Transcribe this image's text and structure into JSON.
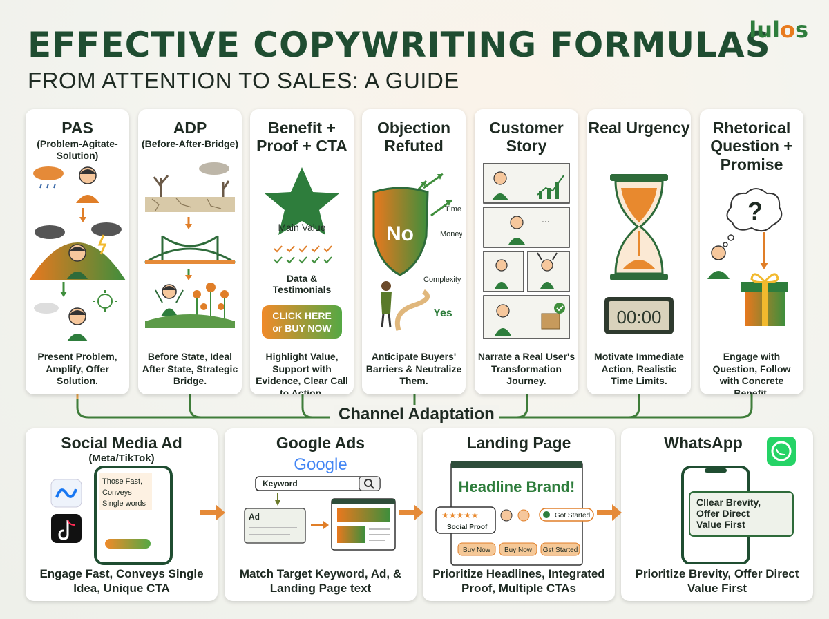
{
  "header": {
    "title": "EFFECTIVE COPYWRITING FORMULAS",
    "subtitle": "FROM ATTENTION TO SALES: A GUIDE",
    "logo_pre": "lul",
    "logo_o": "o",
    "logo_post": "s"
  },
  "formulas": [
    {
      "title": "PAS",
      "subtitle": "(Problem-Agitate-Solution)",
      "description": "Present Problem, Amplify, Offer Solution."
    },
    {
      "title": "ADP",
      "subtitle": "(Before-After-Bridge)",
      "description": "Before State, Ideal After State, Strategic Bridge."
    },
    {
      "title": "Benefit + Proof + CTA",
      "subtitle": "",
      "description": "Highlight Value, Support with Evidence, Clear Call to Action.",
      "labels": {
        "main_value": "Main Value",
        "data1": "Data &",
        "data2": "Testimonials",
        "cta1": "CLICK HERE",
        "cta2": "or BUY NOW"
      }
    },
    {
      "title": "Objection Refuted",
      "subtitle": "",
      "description": "Anticipate Buyers' Barriers & Neutralize Them.",
      "labels": {
        "shield": "No",
        "time": "Time",
        "money": "Money",
        "complexity": "Complexity",
        "yes": "Yes"
      }
    },
    {
      "title": "Customer Story",
      "subtitle": "",
      "description": "Narrate a Real User's Transformation Journey."
    },
    {
      "title": "Real Urgency",
      "subtitle": "",
      "description": "Motivate Immediate Action, Realistic Time Limits.",
      "labels": {
        "timer": "00:00"
      }
    },
    {
      "title": "Rhetorical Question + Promise",
      "subtitle": "",
      "description": "Engage with Question, Follow with Concrete Benefit.",
      "labels": {
        "question": "?"
      }
    }
  ],
  "channel_label": "Channel Adaptation",
  "channels": [
    {
      "title": "Social Media Ad",
      "subtitle": "(Meta/TikTok)",
      "description": "Engage Fast, Conveys Single Idea, Unique CTA",
      "labels": {
        "p1": "Those Fast,",
        "p2": "Conveys",
        "p3": "Single words"
      }
    },
    {
      "title": "Google Ads",
      "subtitle": "",
      "description": "Match Target Keyword, Ad, & Landing Page text",
      "labels": {
        "google": "Google",
        "keyword": "Keyword",
        "ad": "Ad"
      }
    },
    {
      "title": "Landing Page",
      "subtitle": "",
      "description": "Prioritize Headlines, Integrated Proof, Multiple CTAs",
      "labels": {
        "headline": "Headline Brand!",
        "social_proof": "Social Proof",
        "started1": "Got Started",
        "buy1": "Buy Now",
        "buy2": "Buy Now",
        "started2": "Gst Started"
      }
    },
    {
      "title": "WhatsApp",
      "subtitle": "",
      "description": "Prioritize Brevity, Offer Direct Value First",
      "labels": {
        "m1": "Cllear Brevity,",
        "m2": "Offer Direct",
        "m3": "Value First"
      }
    }
  ],
  "colors": {
    "dark_green": "#1f4d31",
    "green": "#2e7d3c",
    "orange": "#e87b1e"
  }
}
